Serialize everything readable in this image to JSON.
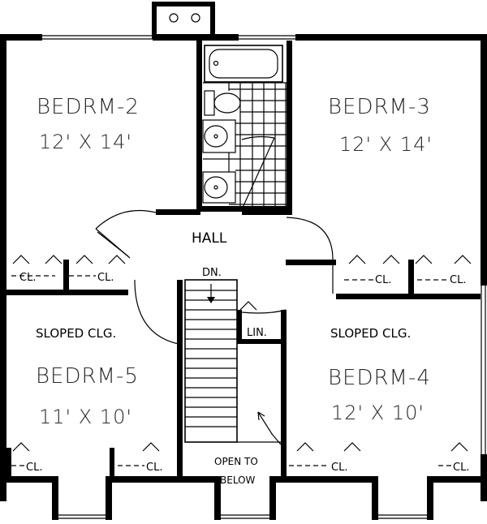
{
  "rooms": {
    "bedroom2": {
      "name": "BEDRM-2",
      "size": "12' X 14'"
    },
    "bedroom3": {
      "name": "BEDRM-3",
      "size": "12' X 14'"
    },
    "bedroom4": {
      "name": "BEDRM-4",
      "size": "12' X 10'",
      "note": "SLOPED CLG."
    },
    "bedroom5": {
      "name": "BEDRM-5",
      "size": "11' X 10'",
      "note": "SLOPED CLG."
    }
  },
  "hall": "HALL",
  "stair": "DN.",
  "linen": "LIN.",
  "open": {
    "line1": "OPEN TO",
    "line2": "BELOW"
  },
  "closets": {
    "b2_left": "CL.",
    "b2_right": "CL.",
    "b3_left": "CL.",
    "b3_right": "CL.",
    "b5_left": "CL.",
    "b5_right": "CL.",
    "b4_left": "CL.",
    "b4_right": "CL."
  }
}
